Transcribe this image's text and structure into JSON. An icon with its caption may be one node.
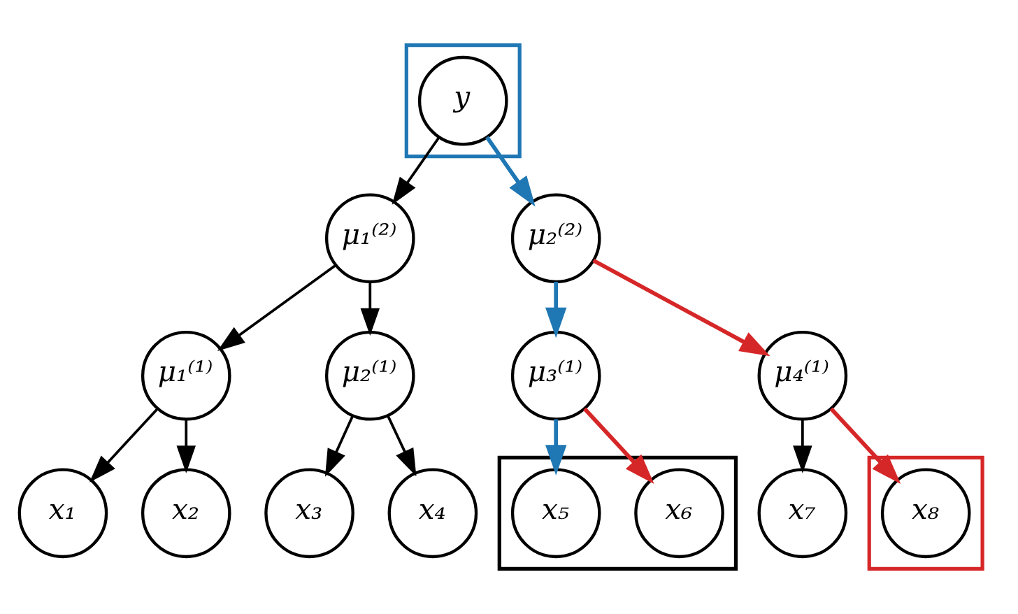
{
  "diagram": {
    "nodes": [
      {
        "text": [],
        "shape": "box"
      },
      {
        "text": [
          "y"
        ],
        "in": 0
      },
      {
        "text": [
          "μ₁⁽²⁾"
        ]
      },
      {
        "text": [
          "μ₂⁽²⁾"
        ]
      },
      {
        "text": [
          "μ₁⁽¹⁾"
        ]
      },
      {
        "text": [
          "μ₂⁽¹⁾"
        ]
      },
      {
        "text": [
          "μ₃⁽¹⁾"
        ]
      },
      {
        "text": [
          "μ₄⁽¹⁾"
        ]
      },
      {
        "text": [
          "x₁"
        ]
      },
      {
        "text": [
          "x₂"
        ]
      },
      {
        "text": [
          "x₃"
        ]
      },
      {
        "text": [
          "x₄"
        ]
      },
      {
        "text": [],
        "shape": "box"
      },
      {
        "text": [
          "x₅"
        ],
        "in": 12
      },
      {
        "text": [
          "x₆"
        ],
        "in": 12
      },
      {
        "text": [
          "x₇"
        ]
      },
      {
        "text": [],
        "shape": "box"
      },
      {
        "text": [
          "x₈"
        ],
        "in": 16
      }
    ],
    "edges": [
      {
        "from": 1,
        "to": 2,
        "arrow": "to"
      },
      {
        "from": 1,
        "to": 3,
        "arrow": "to",
        "color": "#1f77b4"
      },
      {
        "from": 2,
        "to": 4,
        "arrow": "to"
      },
      {
        "from": 2,
        "to": 5,
        "arrow": "to"
      },
      {
        "from": 3,
        "to": 6,
        "arrow": "to",
        "color": "#1f77b4"
      },
      {
        "from": 3,
        "to": 7,
        "arrow": "to",
        "color": "#d62728"
      },
      {
        "from": 4,
        "to": 8,
        "arrow": "to"
      },
      {
        "from": 4,
        "to": 9,
        "arrow": "to"
      },
      {
        "from": 5,
        "to": 10,
        "arrow": "to"
      },
      {
        "from": 5,
        "to": 11,
        "arrow": "to"
      },
      {
        "from": 6,
        "to": 13,
        "arrow": "to",
        "color": "#1f77b4"
      },
      {
        "from": 6,
        "to": 14,
        "arrow": "to",
        "color": "#d62728"
      },
      {
        "from": 7,
        "to": 15,
        "arrow": "to"
      },
      {
        "from": 7,
        "to": 17,
        "arrow": "to",
        "color": "#d62728"
      }
    ]
  }
}
